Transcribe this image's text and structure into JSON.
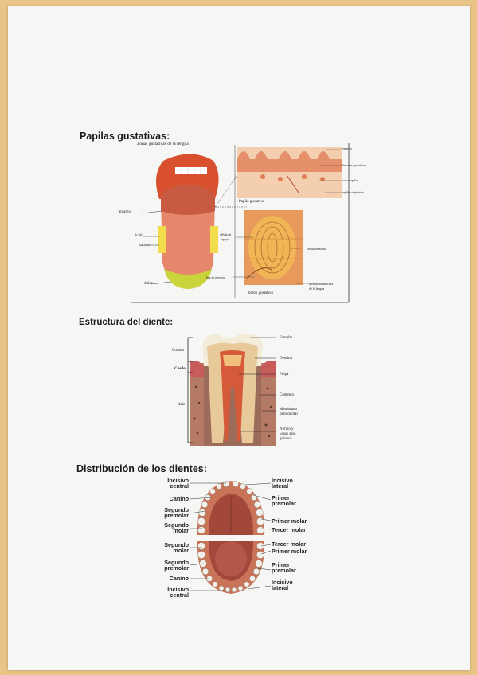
{
  "sections": {
    "papilas": {
      "title": "Papilas gustativas:",
      "fig_title": "Zonas gustativas de la lengua",
      "tongue_labels": {
        "amargo": "amargo",
        "acido": "ácido",
        "salado": "salado",
        "dulce": "dulce"
      },
      "papilla_labels": {
        "epitelio": "epitelio",
        "boton": "botones gustativos",
        "vaso": "vaso capilar",
        "tejido": "tejido conjuntivo",
        "papila": "Papila gustativa",
        "celula_apoyo_1": "célula de",
        "celula_apoyo_2": "apoyo",
        "celula_sensorial": "célula sensorial",
        "haz": "haz de nervios",
        "membrana_1": "membrana mucosa",
        "membrana_2": "de la lengua",
        "boton_gustativo": "botón gustativo"
      }
    },
    "diente": {
      "title": "Estructura del diente:",
      "labels": {
        "corona": "Corona",
        "cuello": "Cuello",
        "raiz": "Raíz",
        "esmalte": "Esmalte",
        "dentina": "Dentina",
        "pulpa": "Pulpa",
        "cemento": "Cemento",
        "membrana_1": "Membrana",
        "membrana_2": "periodontal",
        "nervio_1": "Nervio y",
        "nervio_2": "vasos san-",
        "nervio_3": "guíneos"
      }
    },
    "distribucion": {
      "title": "Distribución de los dientes:",
      "left_labels": {
        "incisivo_central_top_1": "Incisivo",
        "incisivo_central_top_2": "central",
        "canino_top": "Canino",
        "segundo_premolar_top_1": "Segundo",
        "segundo_premolar_top_2": "premolar",
        "segundo_molar_top_1": "Segundo",
        "segundo_molar_top_2": "molar",
        "segundo_molar_bot_1": "Segundo",
        "segundo_molar_bot_2": "molar",
        "segundo_premolar_bot_1": "Segundo",
        "segundo_premolar_bot_2": "premolar",
        "canino_bot": "Canino",
        "incisivo_central_bot_1": "Incisivo",
        "incisivo_central_bot_2": "central"
      },
      "right_labels": {
        "incisivo_lateral_top_1": "Incisivo",
        "incisivo_lateral_top_2": "lateral",
        "primer_premolar_top_1": "Primer",
        "primer_premolar_top_2": "premolar",
        "primer_molar_top": "Primer molar",
        "tercer_molar_top": "Tercer molar",
        "tercer_molar_bot": "Tercer molar",
        "primer_molar_bot": "Primer molar",
        "primer_premolar_bot_1": "Primer",
        "primer_premolar_bot_2": "premolar",
        "incisivo_lateral_bot_1": "Incisivo",
        "incisivo_lateral_bot_2": "lateral"
      }
    }
  }
}
